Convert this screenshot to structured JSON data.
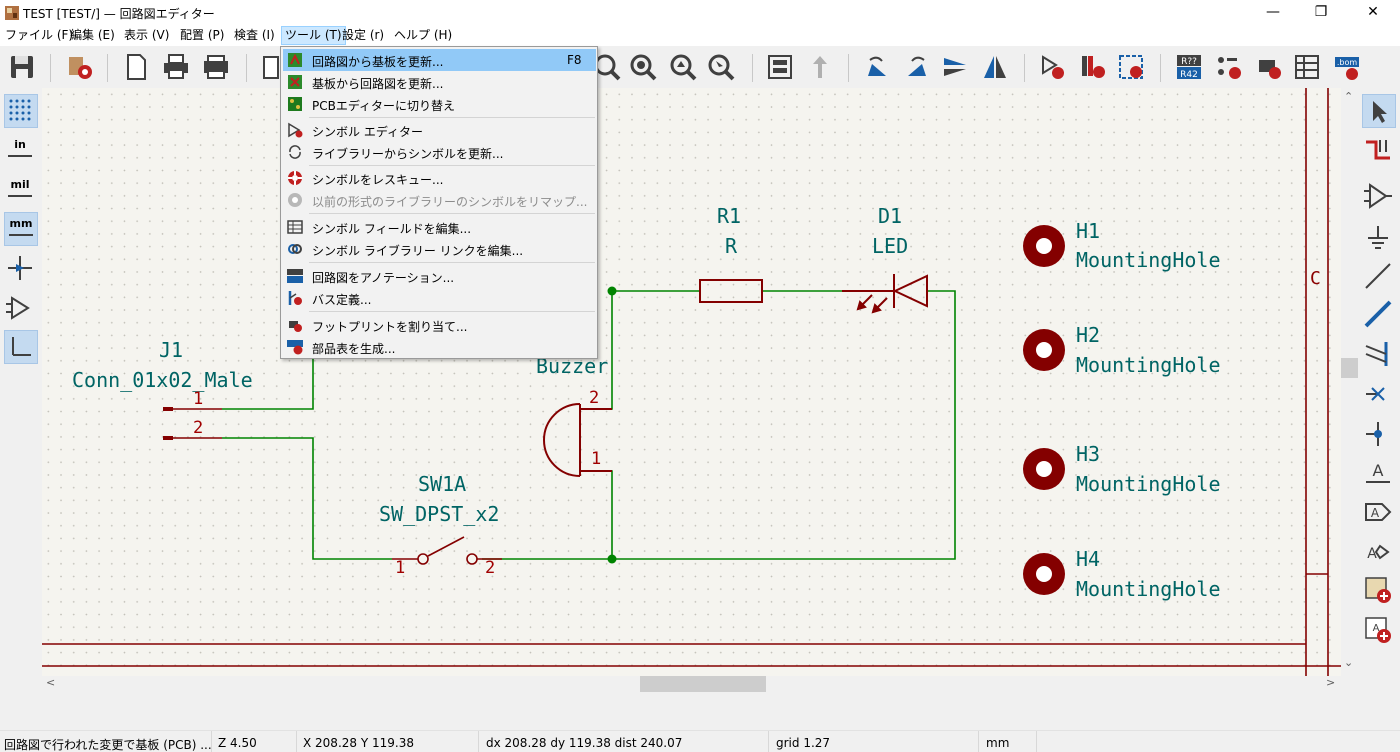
{
  "window": {
    "title": "TEST [TEST/] — 回路図エディター"
  },
  "menubar": [
    {
      "label": "ファイル (F)"
    },
    {
      "label": "編集 (E)"
    },
    {
      "label": "表示 (V)"
    },
    {
      "label": "配置 (P)"
    },
    {
      "label": "検査 (I)"
    },
    {
      "label": "ツール (T)"
    },
    {
      "label": "設定 (r)"
    },
    {
      "label": "ヘルプ (H)"
    }
  ],
  "tools_menu": {
    "items": [
      {
        "label": "回路図から基板を更新...",
        "shortcut": "F8",
        "icon": "update-pcb-icon",
        "highlighted": true
      },
      {
        "label": "基板から回路図を更新...",
        "icon": "update-schematic-icon"
      },
      {
        "label": "PCBエディターに切り替え",
        "icon": "pcb-editor-icon"
      },
      {
        "label": "シンボル エディター",
        "icon": "symbol-editor-icon"
      },
      {
        "label": "ライブラリーからシンボルを更新...",
        "icon": "refresh-icon"
      },
      {
        "label": "シンボルをレスキュー...",
        "icon": "rescue-icon"
      },
      {
        "label": "以前の形式のライブラリーのシンボルをリマップ...",
        "icon": "remap-icon",
        "disabled": true
      },
      {
        "label": "シンボル フィールドを編集...",
        "icon": "table-icon"
      },
      {
        "label": "シンボル ライブラリー リンクを編集...",
        "icon": "link-icon"
      },
      {
        "label": "回路図をアノテーション...",
        "icon": "annotate-icon"
      },
      {
        "label": "バス定義...",
        "icon": "bus-definition-icon"
      },
      {
        "label": "フットプリントを割り当て...",
        "icon": "assign-footprint-icon"
      },
      {
        "label": "部品表を生成...",
        "icon": "bom-icon"
      }
    ]
  },
  "left_toolbar": {
    "units_in": "in",
    "units_mil": "mil",
    "units_mm": "mm"
  },
  "schematic": {
    "J1": {
      "ref": "J1",
      "value": "Conn_01x02_Male",
      "pin1": "1",
      "pin2": "2"
    },
    "R1": {
      "ref": "R1",
      "value": "R"
    },
    "D1": {
      "ref": "D1",
      "value": "LED"
    },
    "BZ": {
      "value": "Buzzer",
      "pin2": "2",
      "pin1": "1"
    },
    "SW1A": {
      "ref": "SW1A",
      "value": "SW_DPST_x2",
      "pin1": "1",
      "pin2": "2"
    },
    "H1": {
      "ref": "H1",
      "value": "MountingHole"
    },
    "H2": {
      "ref": "H2",
      "value": "MountingHole"
    },
    "H3": {
      "ref": "H3",
      "value": "MountingHole"
    },
    "H4": {
      "ref": "H4",
      "value": "MountingHole"
    },
    "frame_label": "C"
  },
  "statusbar": {
    "message": "回路図で行われた変更で基板 (PCB) ...",
    "zoom": "Z 4.50",
    "coords": "X 208.28  Y 119.38",
    "delta": "dx 208.28  dy 119.38  dist 240.07",
    "grid": "grid 1.27",
    "units": "mm"
  },
  "colors": {
    "wire": "#008400",
    "symbol": "#840000",
    "text": "#006464",
    "highlight": "#91c9f7"
  }
}
